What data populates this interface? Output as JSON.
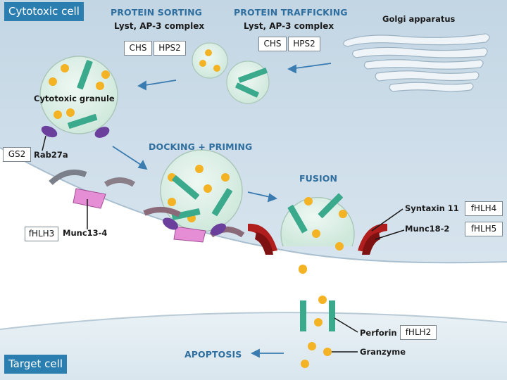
{
  "corner_labels": {
    "top": "Cytotoxic cell",
    "bottom": "Target cell"
  },
  "stages": {
    "protein_sorting": {
      "title": "PROTEIN SORTING",
      "subtitle": "Lyst, AP-3 complex"
    },
    "protein_trafficking": {
      "title": "PROTEIN TRAFFICKING",
      "subtitle": "Lyst, AP-3 complex"
    },
    "docking_priming": {
      "title": "DOCKING + PRIMING"
    },
    "fusion": {
      "title": "FUSION"
    },
    "apoptosis": {
      "title": "APOPTOSIS"
    }
  },
  "structures": {
    "golgi": "Golgi apparatus",
    "granule": "Cytotoxic granule",
    "rab27a": "Rab27a",
    "munc13_4": "Munc13-4",
    "syntaxin11": "Syntaxin 11",
    "munc18_2": "Munc18-2",
    "perforin": "Perforin",
    "granzyme": "Granzyme"
  },
  "disease_boxes": {
    "sorting": [
      "CHS",
      "HPS2"
    ],
    "trafficking": [
      "CHS",
      "HPS2"
    ],
    "rab27a": "GS2",
    "munc13_4": "fHLH3",
    "syntaxin11": "fHLH4",
    "munc18_2": "fHLH5",
    "perforin": "fHLH2"
  },
  "colors": {
    "cytoplasm": "#cfdde8",
    "target_cell": "#e3edf2",
    "granule_fill": "#dcefe6",
    "perforin_bar": "#3aa98c",
    "granzyme_dot": "#f3b324",
    "rab27a": "#6b3f9c",
    "munc13_4": "#e58ed6",
    "syntaxin_munc18": "#b11e1e",
    "stage_title": "#2f6f9f",
    "corner_label_bg": "#2b7fb0"
  }
}
